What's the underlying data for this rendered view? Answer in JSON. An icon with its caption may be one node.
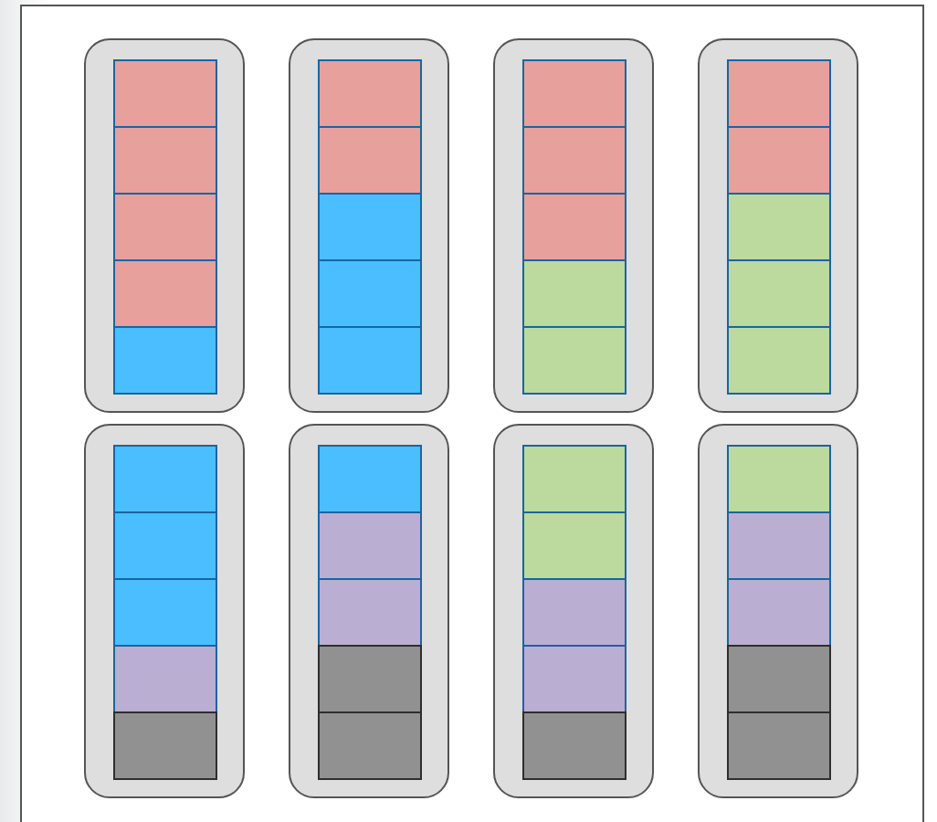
{
  "diagram": {
    "nodes": [
      {
        "text": [],
        "shape": "box"
      },
      {
        "text": [],
        "shape": "box",
        "in": 0
      },
      {
        "text": [],
        "shape": "box",
        "in": 0
      },
      {
        "text": [],
        "shape": "box",
        "in": 0
      },
      {
        "text": [],
        "shape": "box",
        "in": 0
      },
      {
        "text": [],
        "shape": "box",
        "in": 0
      },
      {
        "text": [],
        "shape": "box"
      },
      {
        "text": [],
        "shape": "box",
        "in": 6
      },
      {
        "text": [],
        "shape": "box",
        "in": 6
      },
      {
        "text": [],
        "shape": "box",
        "in": 6
      },
      {
        "text": [],
        "shape": "box",
        "in": 6
      },
      {
        "text": [],
        "shape": "box",
        "in": 6
      },
      {
        "text": [],
        "shape": "box"
      },
      {
        "text": [],
        "shape": "box",
        "in": 12
      },
      {
        "text": [],
        "shape": "box",
        "in": 12
      },
      {
        "text": [],
        "shape": "box",
        "in": 12
      },
      {
        "text": [],
        "shape": "box",
        "in": 12
      },
      {
        "text": [],
        "shape": "box",
        "in": 12
      },
      {
        "text": [],
        "shape": "box"
      },
      {
        "text": [],
        "shape": "box",
        "in": 18
      },
      {
        "text": [],
        "shape": "box",
        "in": 18
      },
      {
        "text": [],
        "shape": "box",
        "in": 18
      },
      {
        "text": [],
        "shape": "box",
        "in": 18
      },
      {
        "text": [],
        "shape": "box",
        "in": 18
      },
      {
        "text": [],
        "shape": "box"
      },
      {
        "text": [],
        "shape": "box",
        "in": 24
      },
      {
        "text": [],
        "shape": "box",
        "in": 24
      },
      {
        "text": [],
        "shape": "box",
        "in": 24
      },
      {
        "text": [],
        "shape": "box",
        "in": 24
      },
      {
        "text": [],
        "shape": "box",
        "in": 24
      },
      {
        "text": [],
        "shape": "box"
      },
      {
        "text": [],
        "shape": "box",
        "in": 30
      },
      {
        "text": [],
        "shape": "box",
        "in": 30
      },
      {
        "text": [],
        "shape": "box",
        "in": 30
      },
      {
        "text": [],
        "shape": "box",
        "in": 30
      },
      {
        "text": [],
        "shape": "box",
        "in": 30
      },
      {
        "text": [],
        "shape": "box"
      },
      {
        "text": [],
        "shape": "box",
        "in": 36
      },
      {
        "text": [],
        "shape": "box",
        "in": 36
      },
      {
        "text": [],
        "shape": "box",
        "in": 36
      },
      {
        "text": [],
        "shape": "box",
        "in": 36
      },
      {
        "text": [],
        "shape": "box",
        "in": 36
      },
      {
        "text": [],
        "shape": "box"
      },
      {
        "text": [],
        "shape": "box",
        "in": 42
      },
      {
        "text": [],
        "shape": "box",
        "in": 42
      },
      {
        "text": [],
        "shape": "box",
        "in": 42
      },
      {
        "text": [],
        "shape": "box",
        "in": 42
      },
      {
        "text": [],
        "shape": "box",
        "in": 42
      }
    ]
  }
}
